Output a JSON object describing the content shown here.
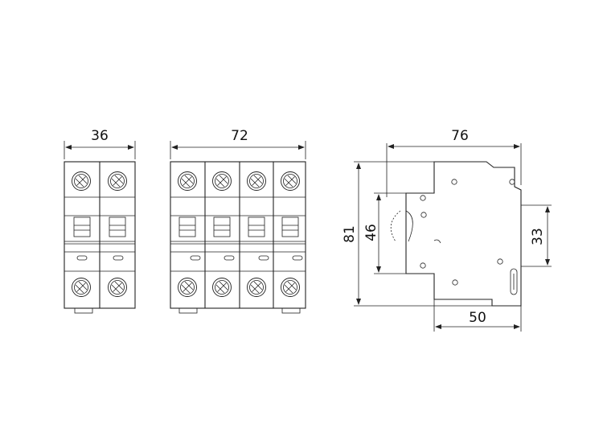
{
  "dimensions": {
    "front_2pole_width": "36",
    "front_4pole_width": "72",
    "side_width": "76",
    "side_height": "81",
    "side_front_height": "46",
    "side_rail_height": "33",
    "side_depth": "50"
  },
  "colors": {
    "line": "#222222",
    "background": "#ffffff"
  }
}
